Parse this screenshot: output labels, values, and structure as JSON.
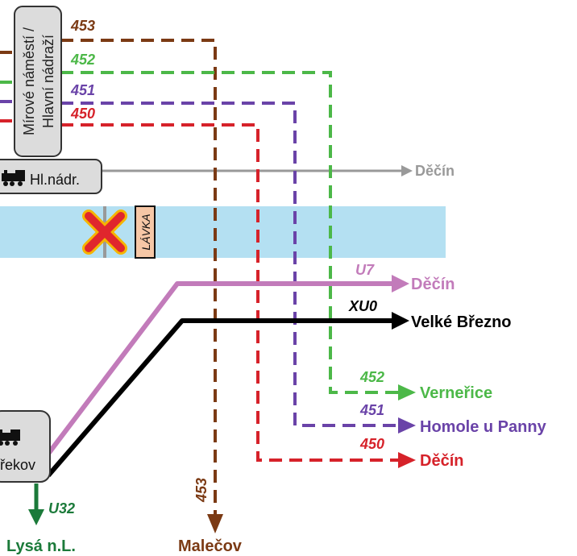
{
  "colors": {
    "route_453": "#7b3a14",
    "route_452": "#4cb848",
    "route_451": "#6a43a8",
    "route_450": "#d6222a",
    "u7": "#c27bba",
    "xu0": "#000000",
    "u32": "#1b7a3a",
    "rail_line": "#999999",
    "river": "#b4e0f2",
    "station_box": "#dcdcdc",
    "closed_x": "#e0262d",
    "lavka_box": "#f6c7a6"
  },
  "stations": {
    "bus_stop_name": "Mírové náměstí / Hlavní nádraží",
    "bus_stop_line1": "Mírové náměstí /",
    "bus_stop_line2": "Hlavní nádraží",
    "main_station": "Hl.nádr.",
    "lower_station": "řekov"
  },
  "bridge": {
    "label": "LÁVKA",
    "status_icon": "closed-x-icon"
  },
  "routes": {
    "r453_top": "453",
    "r452_top": "452",
    "r451_top": "451",
    "r450_top": "450",
    "r453_vertical": "453",
    "r452_end": "452",
    "r451_end": "451",
    "r450_end": "450",
    "u7": "U7",
    "xu0": "XU0",
    "u32": "U32"
  },
  "destinations": {
    "rail_decin": "Děčín",
    "u7_decin": "Děčín",
    "xu0": "Velké Březno",
    "r452": "Verneřice",
    "r451": "Homole u Panny",
    "r450": "Děčín",
    "r453": "Malečov",
    "u32": "Lysá n.L."
  },
  "icons": {
    "train_top": "train-icon",
    "train_bottom": "train-icon"
  }
}
